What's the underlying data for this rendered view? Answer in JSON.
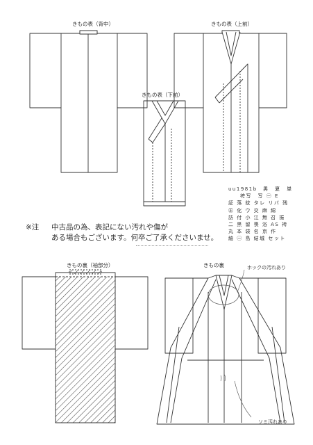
{
  "labels": {
    "back_view": "きもの表（背中）",
    "front_view": "きもの表（上前）",
    "lower_front_view": "きもの表（下前）",
    "lining_sleeve": "きもの裏（袖部分）",
    "lining_view": "きもの裏"
  },
  "code_block": {
    "lines": [
      "uu1981b　男　夏　単",
      "　　袴写　写 ㊀ E",
      "証 落 紋 タレ リバ 残",
      "㊣ 化 ウ 交 麻 綿",
      "訪 付 小 江 無 召 振",
      "二 黒 留 喪 浴 AS 袴",
      "丸 本 袋 名 京 作",
      "紬 ㊀ 島 結城 セット"
    ]
  },
  "notice": {
    "prefix": "※注",
    "line1": "中古品の為、表記にない汚れや傷が",
    "line2": "ある場合もございます。何卒ご了承くださいませ。"
  },
  "annotations": {
    "collar_stain": "ホックの汚れあり",
    "hem_stain": "ソミ汚れあり"
  },
  "colors": {
    "line": "#333333",
    "paper": "#ffffff"
  }
}
